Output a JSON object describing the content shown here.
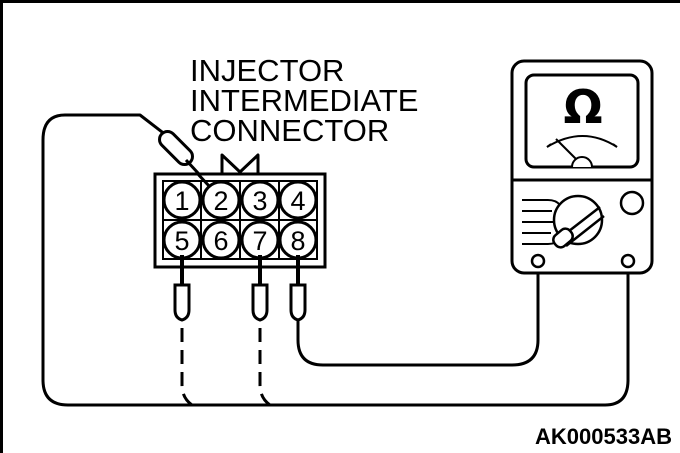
{
  "diagram": {
    "label_lines": [
      "INJECTOR",
      "INTERMEDIATE",
      "CONNECTOR"
    ],
    "connector": {
      "pins": [
        "1",
        "2",
        "3",
        "4",
        "5",
        "6",
        "7",
        "8"
      ],
      "probed_pin_top": "2",
      "probed_pins_bottom": [
        "5",
        "7",
        "8"
      ]
    },
    "meter": {
      "type": "ohmmeter",
      "symbol": "Ω"
    },
    "figure_code": "AK000533AB"
  }
}
